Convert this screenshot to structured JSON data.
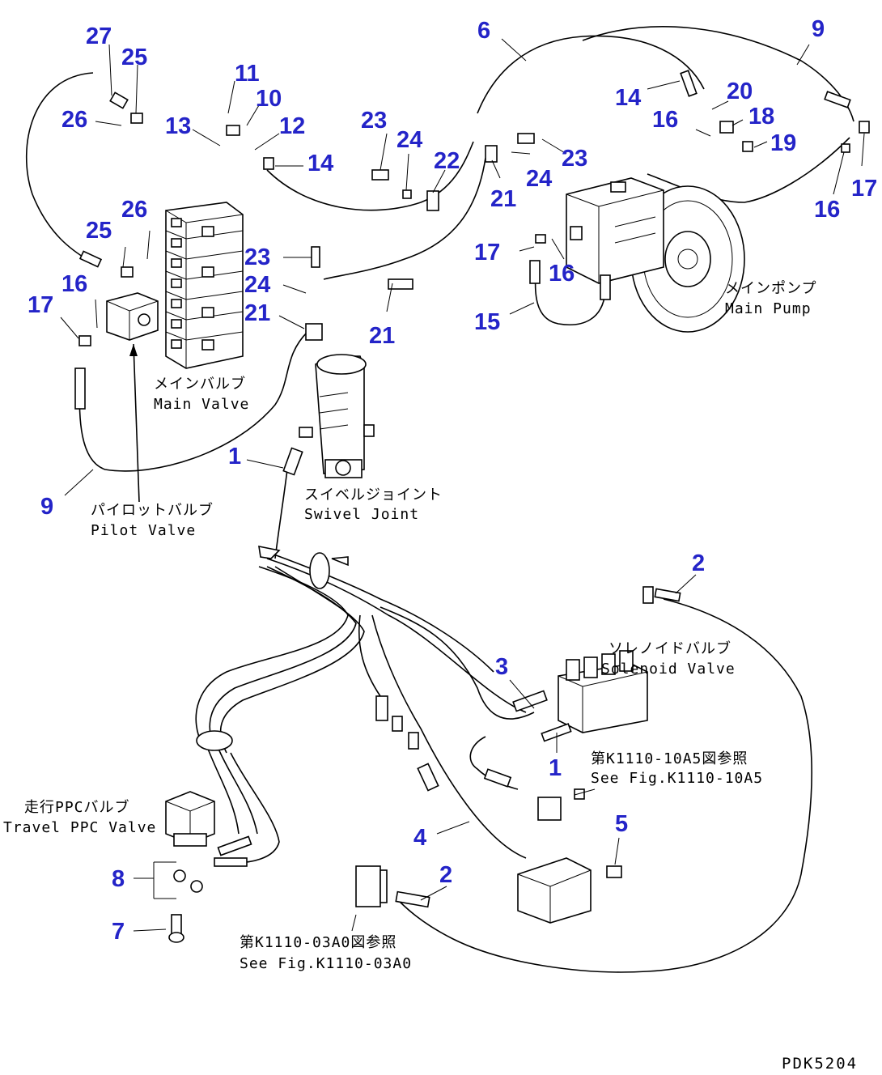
{
  "callouts": [
    "27",
    "25",
    "26",
    "11",
    "10",
    "13",
    "12",
    "14",
    "23",
    "24",
    "22",
    "6",
    "9",
    "14",
    "20",
    "16",
    "18",
    "19",
    "23",
    "24",
    "21",
    "16",
    "17",
    "26",
    "25",
    "23",
    "24",
    "21",
    "16",
    "17",
    "21",
    "17",
    "16",
    "15",
    "9",
    "1",
    "2",
    "3",
    "1",
    "5",
    "4",
    "2",
    "8",
    "7"
  ],
  "labels": {
    "main_valve_jp": "メインバルブ",
    "main_valve_en": "Main Valve",
    "pilot_valve_jp": "パイロットバルブ",
    "pilot_valve_en": "Pilot Valve",
    "swivel_joint_jp": "スイベルジョイント",
    "swivel_joint_en": "Swivel Joint",
    "main_pump_jp": "メインポンプ",
    "main_pump_en": "Main Pump",
    "solenoid_valve_jp": "ソレノイドバルブ",
    "solenoid_valve_en": "Solenoid Valve",
    "travel_ppc_jp": "走行PPCバルブ",
    "travel_ppc_en": "Travel PPC Valve",
    "ref1_jp": "第K1110-10A5図参照",
    "ref1_en": "See Fig.K1110-10A5",
    "ref2_jp": "第K1110-03A0図参照",
    "ref2_en": "See Fig.K1110-03A0"
  },
  "drawing_code": "PDK5204",
  "colors": {
    "callout": "#2424c8",
    "line": "#000000",
    "background": "#ffffff"
  }
}
